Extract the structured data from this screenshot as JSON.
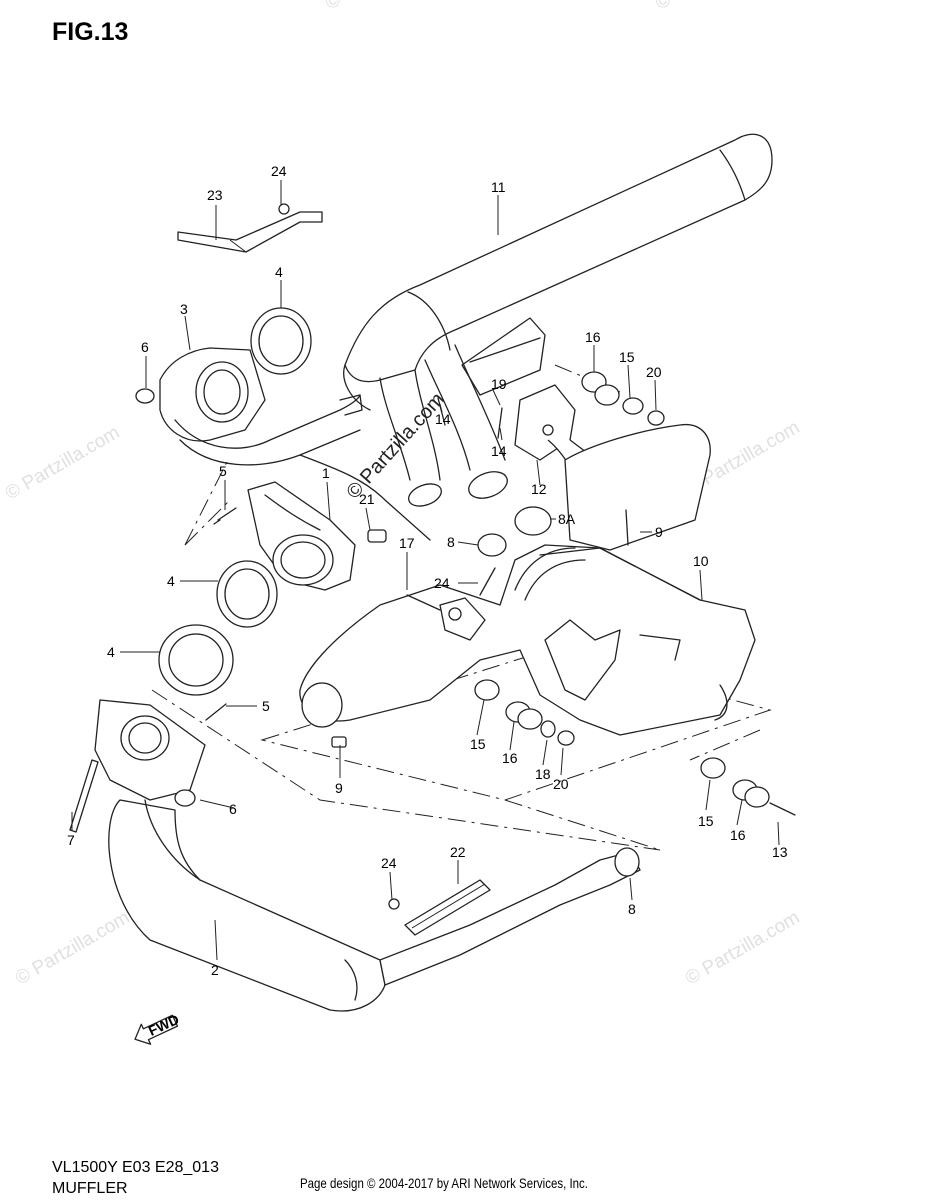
{
  "figure": {
    "title": "FIG.13"
  },
  "footer": {
    "model_code": "VL1500Y E03 E28_013",
    "section_name": "MUFFLER",
    "copyright": "Page design © 2004-2017 by ARI Network Services, Inc."
  },
  "watermarks": {
    "corner": "© Partzilla.com",
    "center": "© Partzilla.com"
  },
  "direction_arrow": "FWD",
  "callouts": [
    "24",
    "23",
    "11",
    "4",
    "3",
    "6",
    "16",
    "15",
    "20",
    "19",
    "14",
    "14",
    "5",
    "1",
    "21",
    "12",
    "8A",
    "9",
    "8",
    "17",
    "24",
    "10",
    "4",
    "4",
    "5",
    "15",
    "16",
    "18",
    "20",
    "9",
    "7",
    "6",
    "15",
    "16",
    "13",
    "24",
    "22",
    "8",
    "2"
  ]
}
